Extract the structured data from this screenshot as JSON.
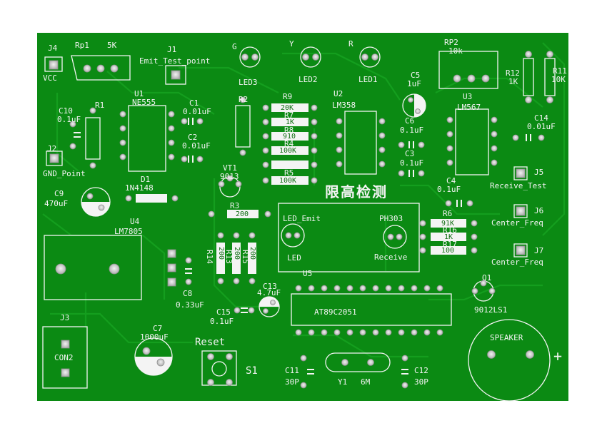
{
  "labels": {
    "j4": "J4",
    "vcc": "VCC",
    "rp1": "Rp1",
    "rp1_val": "5K",
    "j1": "J1",
    "emit_test": "Emit_Test_point",
    "g": "G",
    "y": "Y",
    "r": "R",
    "led3": "LED3",
    "led2": "LED2",
    "led1": "LED1",
    "rp2": "RP2",
    "rp2_val": "10k",
    "r12": "R12",
    "r12_val": "1K",
    "r11": "R11",
    "r11_val": "10K",
    "c5": "C5",
    "c5_val": "1uF",
    "u1": "U1",
    "ne555": "NE555",
    "c1": "C1",
    "c1_val": "0.01uF",
    "c2": "C2",
    "c2_val": "0.01uF",
    "c10": "C10",
    "c10_val": "0.1uF",
    "r1": "R1",
    "r2": "R2",
    "r9": "R9",
    "r7": "R7",
    "r8": "R8",
    "r4": "R4",
    "r5": "R5",
    "r9_val": "20K",
    "r7_val": "1K",
    "r8_val": "910",
    "r4_val": "100K",
    "r5_val": "100K",
    "u2": "U2",
    "lm358": "LM358",
    "c6": "C6",
    "c6_val": "0.1uF",
    "c3": "C3",
    "c3_val": "0.1uF",
    "u3": "U3",
    "lm567": "LM567",
    "c14": "C14",
    "c14_val": "0.01uF",
    "j2": "J2",
    "gnd": "GND_Point",
    "d1": "D1",
    "in4148": "1N4148",
    "vt1": "VT1",
    "vt1_val": "9013",
    "r3": "R3",
    "r3_val": "200",
    "title_cn": "限高检测",
    "c4": "C4",
    "c4_val": "0.1uF",
    "j5": "J5",
    "recv_test": "Receive_Test",
    "c9": "C9",
    "c9_val": "470uF",
    "u4": "U4",
    "lm7805": "LM7805",
    "led_emit": "LED_Emit",
    "led": "LED",
    "ph303": "PH303",
    "receive": "Receive",
    "r6": "R6",
    "r16": "R16",
    "r17": "R17",
    "r6_val": "91K",
    "r16_val": "1K",
    "r17_val": "100",
    "j6": "J6",
    "center_freq6": "Center_Freq",
    "j7": "J7",
    "center_freq7": "Center_Freq",
    "r14": "R14",
    "r13": "R13",
    "r15": "R15",
    "r14_val": "200",
    "r13_val": "200",
    "r15_val": "200",
    "c8": "C8",
    "c8_val": "0.33uF",
    "u5": "U5",
    "at89c2051": "AT89C2051",
    "c13": "C13",
    "c13_val": "4.7uF",
    "c15": "C15",
    "c15_val": "0.1uF",
    "q1": "Q1",
    "q1_val": "9012LS1",
    "j3": "J3",
    "con2": "CON2",
    "c7": "C7",
    "c7_val": "1000uF",
    "reset": "Reset",
    "s1": "S1",
    "c11": "C11",
    "c11_val": "30P",
    "y1": "Y1",
    "y1_val": "6M",
    "c12": "C12",
    "c12_val": "30P",
    "speaker": "SPEAKER",
    "plus": "+"
  },
  "colors": {
    "board": "#0b8a13",
    "silk": "#f4f4f4",
    "pad": "#d8d8d8",
    "trace": "#129a1c"
  }
}
